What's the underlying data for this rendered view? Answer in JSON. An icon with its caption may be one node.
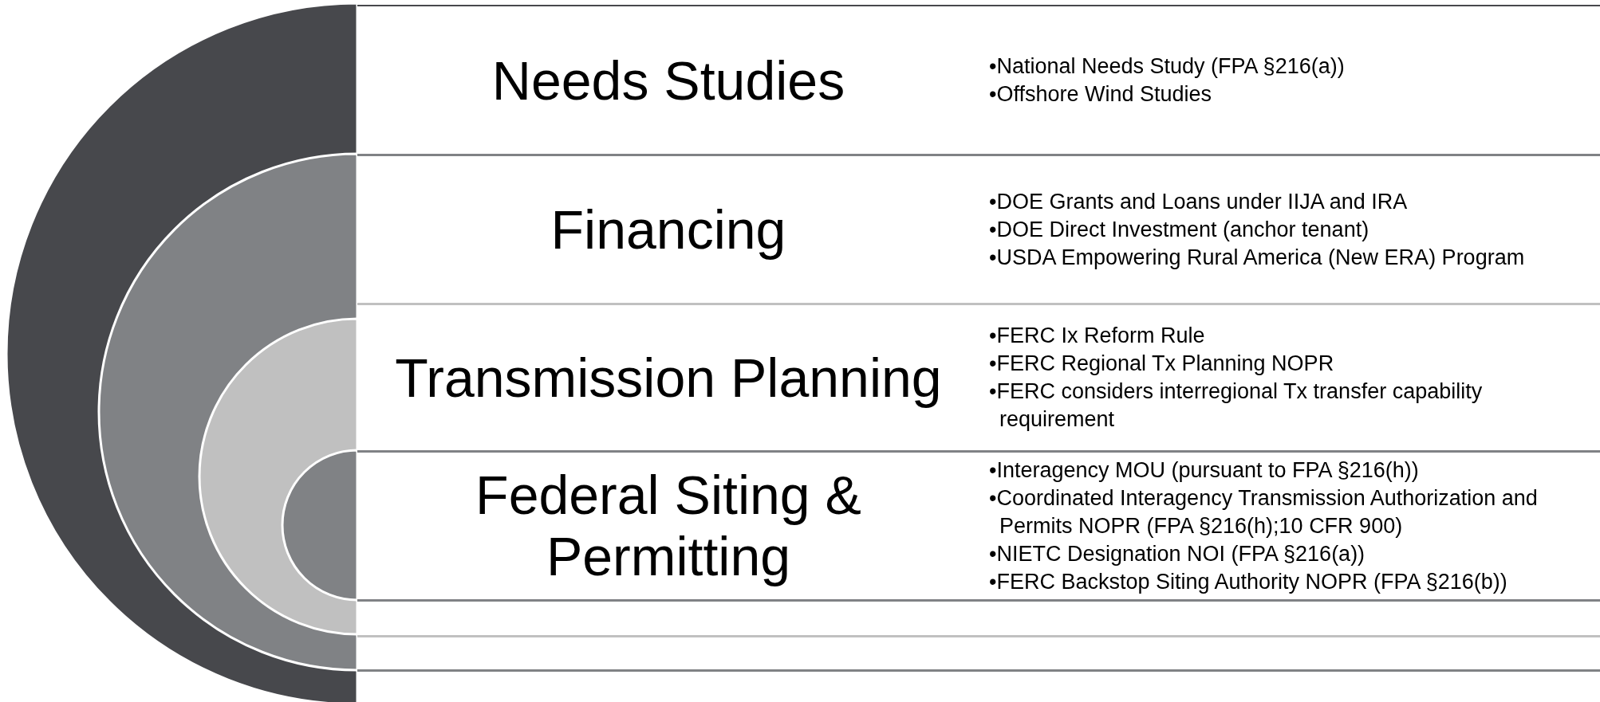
{
  "diagram": {
    "nodes": [
      {
        "text": [
          "Needs Studies",
          "•National Needs Study (FPA §216(a))",
          "•Offshore Wind Studies"
        ]
      },
      {
        "text": [
          "Financing",
          "•DOE Grants and Loans under IIJA and IRA",
          "•DOE Direct Investment (anchor tenant)",
          "•USDA Empowering Rural America (New ERA) Program"
        ]
      },
      {
        "text": [
          "Transmission Planning",
          "•FERC Ix Reform Rule",
          "•FERC Regional Tx Planning NOPR",
          "•FERC considers interregional Tx transfer capability requirement"
        ]
      },
      {
        "text": [
          "Federal Siting & Permitting",
          "•Interagency MOU (pursuant to FPA §216(h))",
          "•Coordinated Interagency Transmission Authorization and Permits NOPR (FPA §216(h);10 CFR 900)",
          "•NIETC Designation NOI (FPA §216(a))",
          "•FERC Backstop Siting Authority NOPR (FPA §216(b))"
        ]
      },
      {
        "text": [],
        "shape": "box"
      },
      {
        "text": [],
        "shape": "box"
      },
      {
        "text": [],
        "shape": "box"
      }
    ]
  }
}
